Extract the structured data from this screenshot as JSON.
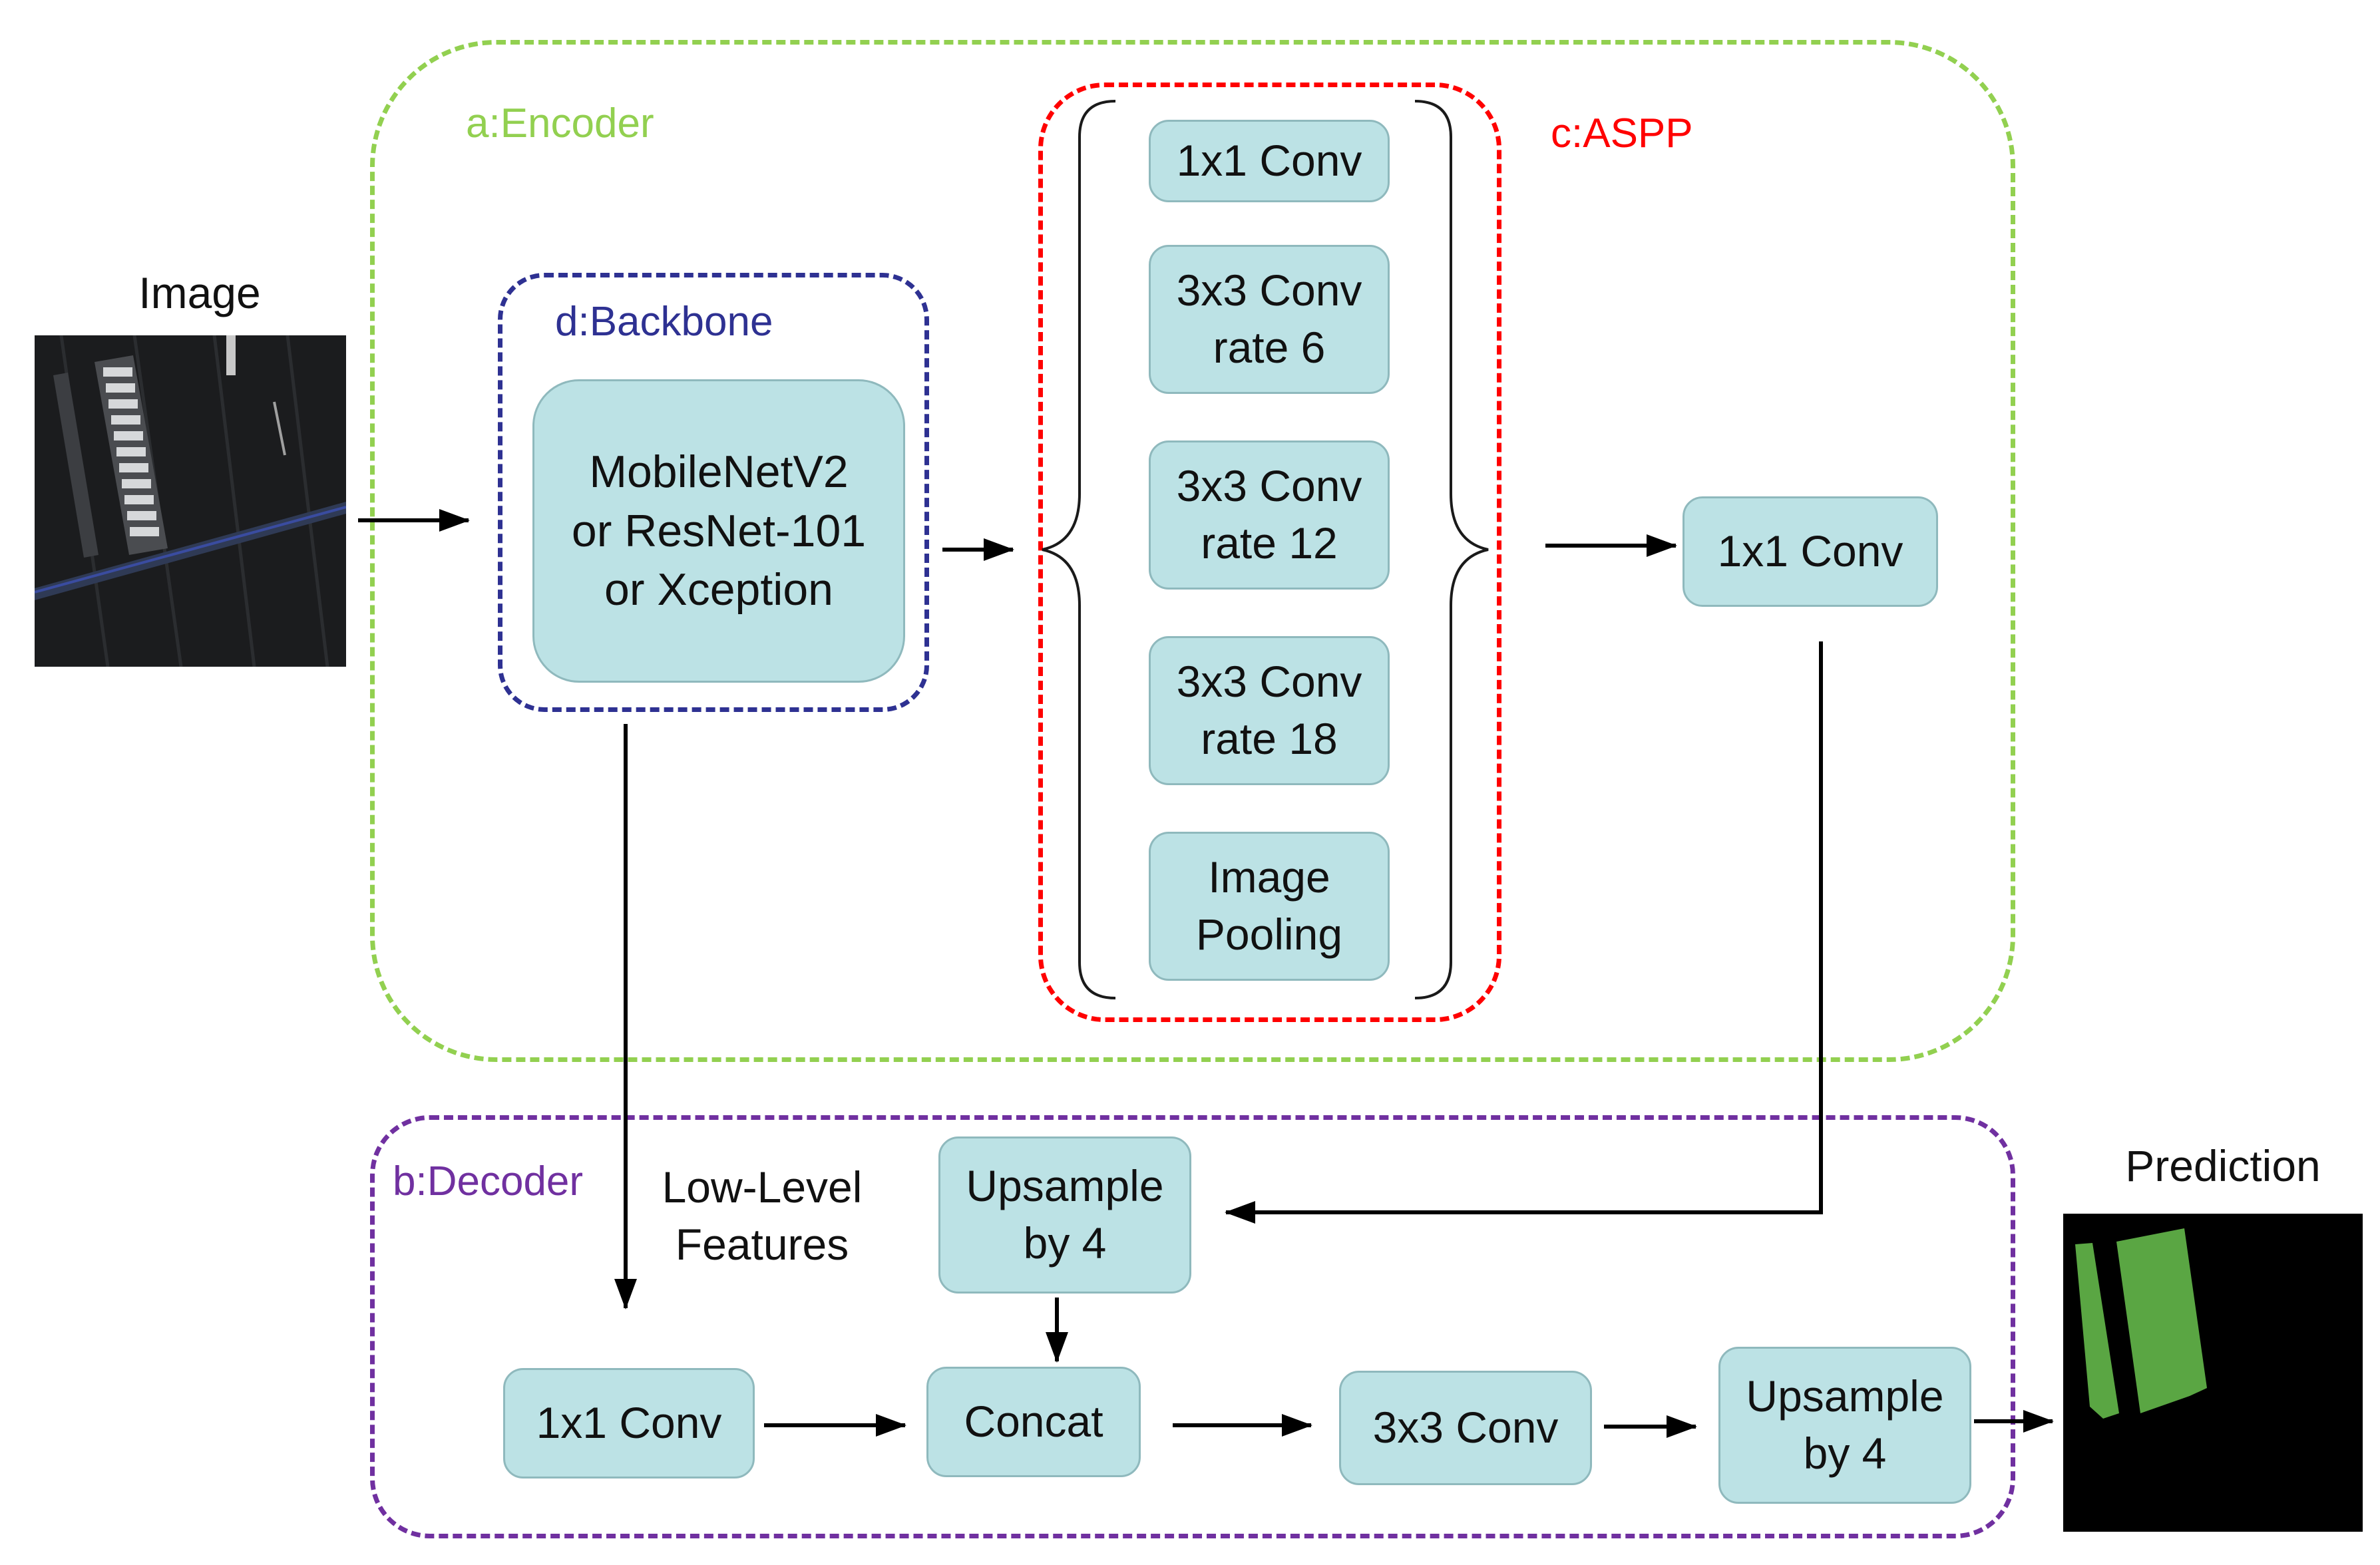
{
  "regions": {
    "encoder": {
      "label": "a:Encoder",
      "color": "#92d050"
    },
    "decoder": {
      "label": "b:Decoder",
      "color": "#7030a0"
    },
    "aspp": {
      "label": "c:ASPP",
      "color": "#ff0000"
    },
    "backbone": {
      "label": "d:Backbone",
      "color": "#2e3192"
    }
  },
  "input": {
    "label": "Image"
  },
  "output": {
    "label": "Prediction"
  },
  "nodes": {
    "backbone": "MobileNetV2\nor ResNet-101\nor  Xception",
    "aspp_1x1": "1x1 Conv",
    "aspp_rate6": "3x3 Conv\nrate 6",
    "aspp_rate12": "3x3 Conv\nrate 12",
    "aspp_rate18": "3x3 Conv\nrate 18",
    "aspp_pool": "Image\nPooling",
    "enc_1x1": "1x1 Conv",
    "dec_upsample1": "Upsample\nby 4",
    "dec_1x1": "1x1 Conv",
    "dec_concat": "Concat",
    "dec_3x3": "3x3 Conv",
    "dec_upsample2": "Upsample\nby 4"
  },
  "annotations": {
    "low_level": "Low-Level\nFeatures"
  },
  "colors": {
    "node_fill": "#bce2e5",
    "node_border": "#8fb9bd",
    "prediction_green": "#5aa643"
  }
}
